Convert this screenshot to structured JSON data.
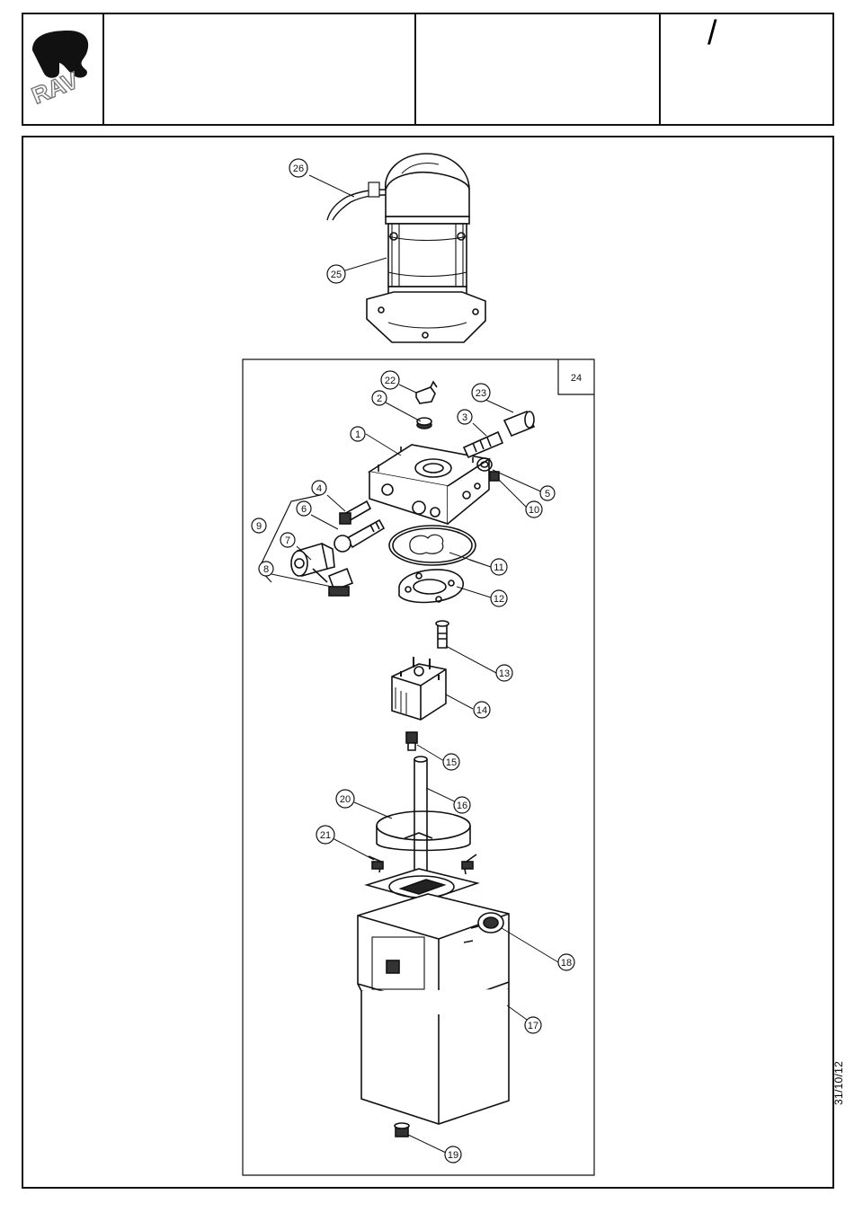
{
  "header": {
    "logo_text": "RAV",
    "page_mark": "/"
  },
  "drawing": {
    "inset_ref": "24",
    "callouts": [
      "1",
      "2",
      "3",
      "4",
      "5",
      "6",
      "7",
      "8",
      "9",
      "10",
      "11",
      "12",
      "13",
      "14",
      "15",
      "16",
      "17",
      "18",
      "19",
      "20",
      "21",
      "22",
      "23",
      "25",
      "26"
    ]
  },
  "footer": {
    "date": "31/10/12"
  },
  "colors": {
    "line": "#111111",
    "paper": "#ffffff"
  }
}
